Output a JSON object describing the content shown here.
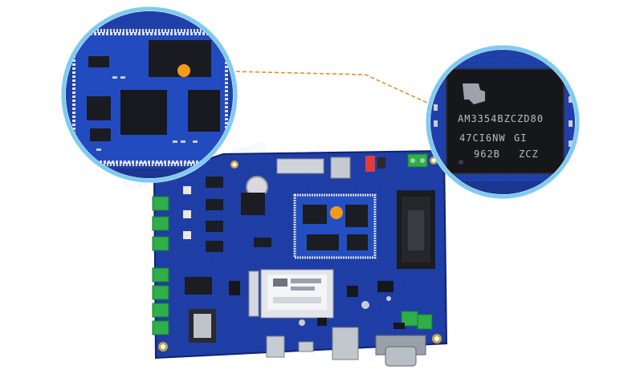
{
  "left_callout": {
    "label": "TF-card"
  },
  "right_callout": {
    "chip_line1": "AM3354BZCZD80",
    "chip_line2": "47CI6NW",
    "chip_line3": "GI",
    "chip_line4": "962B",
    "chip_line5": "ZCZ"
  },
  "colors": {
    "pcb": "#1f3fa8",
    "pcb_dark": "#13297a",
    "callout_ring": "#6fc4ee",
    "leader_line": "#e08a1e",
    "marker": "#f39a1a",
    "terminal": "#2fae4a"
  }
}
